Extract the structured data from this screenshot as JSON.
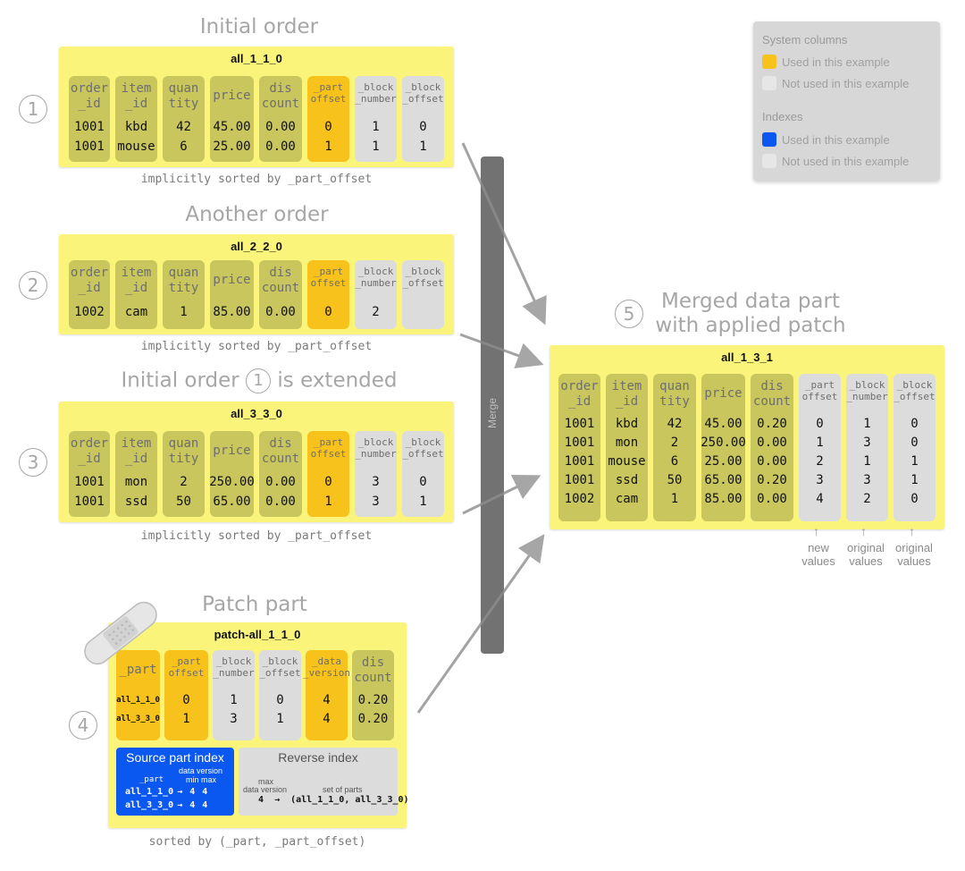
{
  "headings": {
    "part1": "Initial order",
    "part2": "Another order",
    "part3_pre": "Initial order",
    "part3_num": "1",
    "part3_post": "is extended",
    "patch": "Patch part",
    "merged_line1": "Merged data part",
    "merged_line2": "with applied patch"
  },
  "numbers": {
    "n1": "1",
    "n2": "2",
    "n3": "3",
    "n4": "4",
    "n5": "5"
  },
  "captions": {
    "part1": "implicitly sorted by _part_offset",
    "part2": "implicitly sorted by _part_offset",
    "part3": "implicitly sorted by _part_offset",
    "patch": "sorted by (_part, _part_offset)"
  },
  "merge_label": "Merge",
  "legend": {
    "system_title": "System columns",
    "system_used": "Used in this example",
    "system_unused": "Not used in this example",
    "index_title": "Indexes",
    "index_used": "Used in this example",
    "index_unused": "Not used in this example"
  },
  "colors": {
    "part_bg": "#faf57a",
    "plain_col": "#c8c65d",
    "used_col": "#f7c21b",
    "unused_col": "#dcdcdc",
    "index_used": "#0a58f0",
    "arrow": "#a6a6a6"
  },
  "parts": {
    "p1": {
      "title": "all_1_1_0",
      "columns": [
        {
          "head": "order\n_id",
          "kind": "plain",
          "values": [
            "1001",
            "1001"
          ]
        },
        {
          "head": "item\n_id",
          "kind": "plain",
          "values": [
            "kbd",
            "mouse"
          ]
        },
        {
          "head": "quan\ntity",
          "kind": "plain",
          "values": [
            "42",
            "6"
          ]
        },
        {
          "head": "price",
          "kind": "plain",
          "values": [
            "45.00",
            "25.00"
          ]
        },
        {
          "head": "dis\ncount",
          "kind": "plain",
          "values": [
            "0.00",
            "0.00"
          ]
        },
        {
          "head": "_part\noffset",
          "kind": "used",
          "values": [
            "0",
            "1"
          ]
        },
        {
          "head": "_block\n_number",
          "kind": "unused",
          "values": [
            "1",
            "1"
          ]
        },
        {
          "head": "_block\n_offset",
          "kind": "unused",
          "values": [
            "0",
            "1"
          ]
        }
      ]
    },
    "p2": {
      "title": "all_2_2_0",
      "columns": [
        {
          "head": "order\n_id",
          "kind": "plain",
          "values": [
            "1002"
          ]
        },
        {
          "head": "item\n_id",
          "kind": "plain",
          "values": [
            "cam"
          ]
        },
        {
          "head": "quan\ntity",
          "kind": "plain",
          "values": [
            "1"
          ]
        },
        {
          "head": "price",
          "kind": "plain",
          "values": [
            "85.00"
          ]
        },
        {
          "head": "dis\ncount",
          "kind": "plain",
          "values": [
            "0.00"
          ]
        },
        {
          "head": "_part\noffset",
          "kind": "used",
          "values": [
            "0"
          ]
        },
        {
          "head": "_block\n_number",
          "kind": "unused",
          "values": [
            "2"
          ]
        },
        {
          "head": "_block\n_offset",
          "kind": "unused",
          "values": [
            ""
          ]
        }
      ]
    },
    "p3": {
      "title": "all_3_3_0",
      "columns": [
        {
          "head": "order\n_id",
          "kind": "plain",
          "values": [
            "1001",
            "1001"
          ]
        },
        {
          "head": "item\n_id",
          "kind": "plain",
          "values": [
            "mon",
            "ssd"
          ]
        },
        {
          "head": "quan\ntity",
          "kind": "plain",
          "values": [
            "2",
            "50"
          ]
        },
        {
          "head": "price",
          "kind": "plain",
          "values": [
            "250.00",
            "65.00"
          ]
        },
        {
          "head": "dis\ncount",
          "kind": "plain",
          "values": [
            "0.00",
            "0.00"
          ]
        },
        {
          "head": "_part\noffset",
          "kind": "used",
          "values": [
            "0",
            "1"
          ]
        },
        {
          "head": "_block\n_number",
          "kind": "unused",
          "values": [
            "3",
            "3"
          ]
        },
        {
          "head": "_block\n_offset",
          "kind": "unused",
          "values": [
            "0",
            "1"
          ]
        }
      ]
    },
    "patch": {
      "title": "patch-all_1_1_0",
      "columns": [
        {
          "head": "_part",
          "kind": "used",
          "values": [
            "all_1_1_0",
            "all_3_3_0"
          ]
        },
        {
          "head": "_part\noffset",
          "kind": "used",
          "values": [
            "0",
            "1"
          ]
        },
        {
          "head": "_block\n_number",
          "kind": "unused",
          "values": [
            "1",
            "3"
          ]
        },
        {
          "head": "_block\n_offset",
          "kind": "unused",
          "values": [
            "0",
            "1"
          ]
        },
        {
          "head": "_data\n_version",
          "kind": "used",
          "values": [
            "4",
            "4"
          ]
        },
        {
          "head": "dis\ncount",
          "kind": "plain",
          "values": [
            "0.20",
            "0.20"
          ]
        }
      ],
      "source_index": {
        "title": "Source part index",
        "col_part": "_part",
        "col_dv": "data version",
        "col_minmax": "min max",
        "rows": [
          {
            "part": "all_1_1_0",
            "arrow": "→",
            "min": "4",
            "max": "4"
          },
          {
            "part": "all_3_3_0",
            "arrow": "→",
            "min": "4",
            "max": "4"
          }
        ]
      },
      "reverse_index": {
        "title": "Reverse index",
        "col_max": "max",
        "col_dv": "data version",
        "col_set": "set of parts",
        "row_key": "4",
        "row_arrow": "→",
        "row_set": "(all_1_1_0, all_3_3_0)"
      }
    },
    "merged": {
      "title": "all_1_3_1",
      "columns": [
        {
          "head": "order\n_id",
          "kind": "plain",
          "values": [
            "1001",
            "1001",
            "1001",
            "1001",
            "1002"
          ]
        },
        {
          "head": "item\n_id",
          "kind": "plain",
          "values": [
            "kbd",
            "mon",
            "mouse",
            "ssd",
            "cam"
          ]
        },
        {
          "head": "quan\ntity",
          "kind": "plain",
          "values": [
            "42",
            "2",
            "6",
            "50",
            "1"
          ]
        },
        {
          "head": "price",
          "kind": "plain",
          "values": [
            "45.00",
            "250.00",
            "25.00",
            "65.00",
            "85.00"
          ]
        },
        {
          "head": "dis\ncount",
          "kind": "plain",
          "values": [
            "0.20",
            "0.00",
            "0.00",
            "0.20",
            "0.00"
          ]
        },
        {
          "head": "_part\noffset",
          "kind": "unused",
          "values": [
            "0",
            "1",
            "2",
            "3",
            "4"
          ]
        },
        {
          "head": "_block\n_number",
          "kind": "unused",
          "values": [
            "1",
            "3",
            "1",
            "3",
            "2"
          ]
        },
        {
          "head": "_block\n_offset",
          "kind": "unused",
          "values": [
            "0",
            "0",
            "1",
            "1",
            "0"
          ]
        }
      ],
      "annotations": [
        "new\nvalues",
        "original\nvalues",
        "original\nvalues"
      ]
    }
  }
}
